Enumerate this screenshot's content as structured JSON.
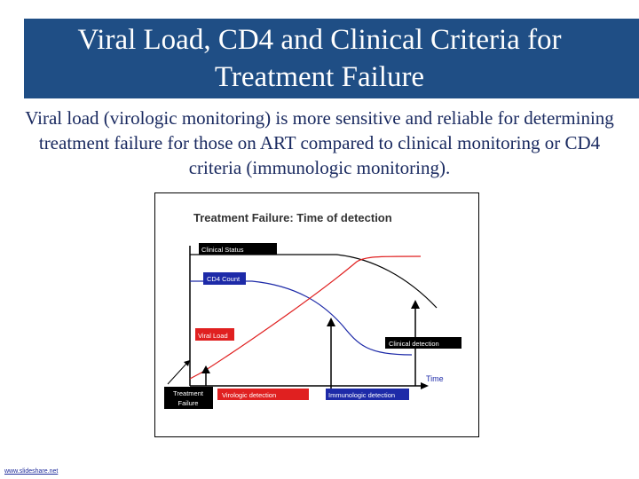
{
  "slide": {
    "title": "Viral Load, CD4 and Clinical Criteria for Treatment Failure",
    "body": "Viral load (virologic monitoring) is more sensitive and reliable for determining treatment failure for those on ART compared to clinical monitoring or CD4 criteria (immunologic monitoring).",
    "source": "www.slideshare.net"
  },
  "figure": {
    "title": "Treatment Failure: Time of detection",
    "labels": {
      "clinical_status": "Clinical Status",
      "cd4_count": "CD4 Count",
      "viral_load": "Viral Load",
      "clinical_detection": "Clinical detection",
      "time": "Time",
      "treatment_failure_1": "Treatment",
      "treatment_failure_2": "Failure",
      "virologic_detection": "Virologic detection",
      "immunologic_detection": "Immunologic detection"
    },
    "colors": {
      "title_bar": "#1f4e85",
      "clinical": "#000000",
      "cd4": "#1d2aa8",
      "viral": "#e02020"
    }
  }
}
